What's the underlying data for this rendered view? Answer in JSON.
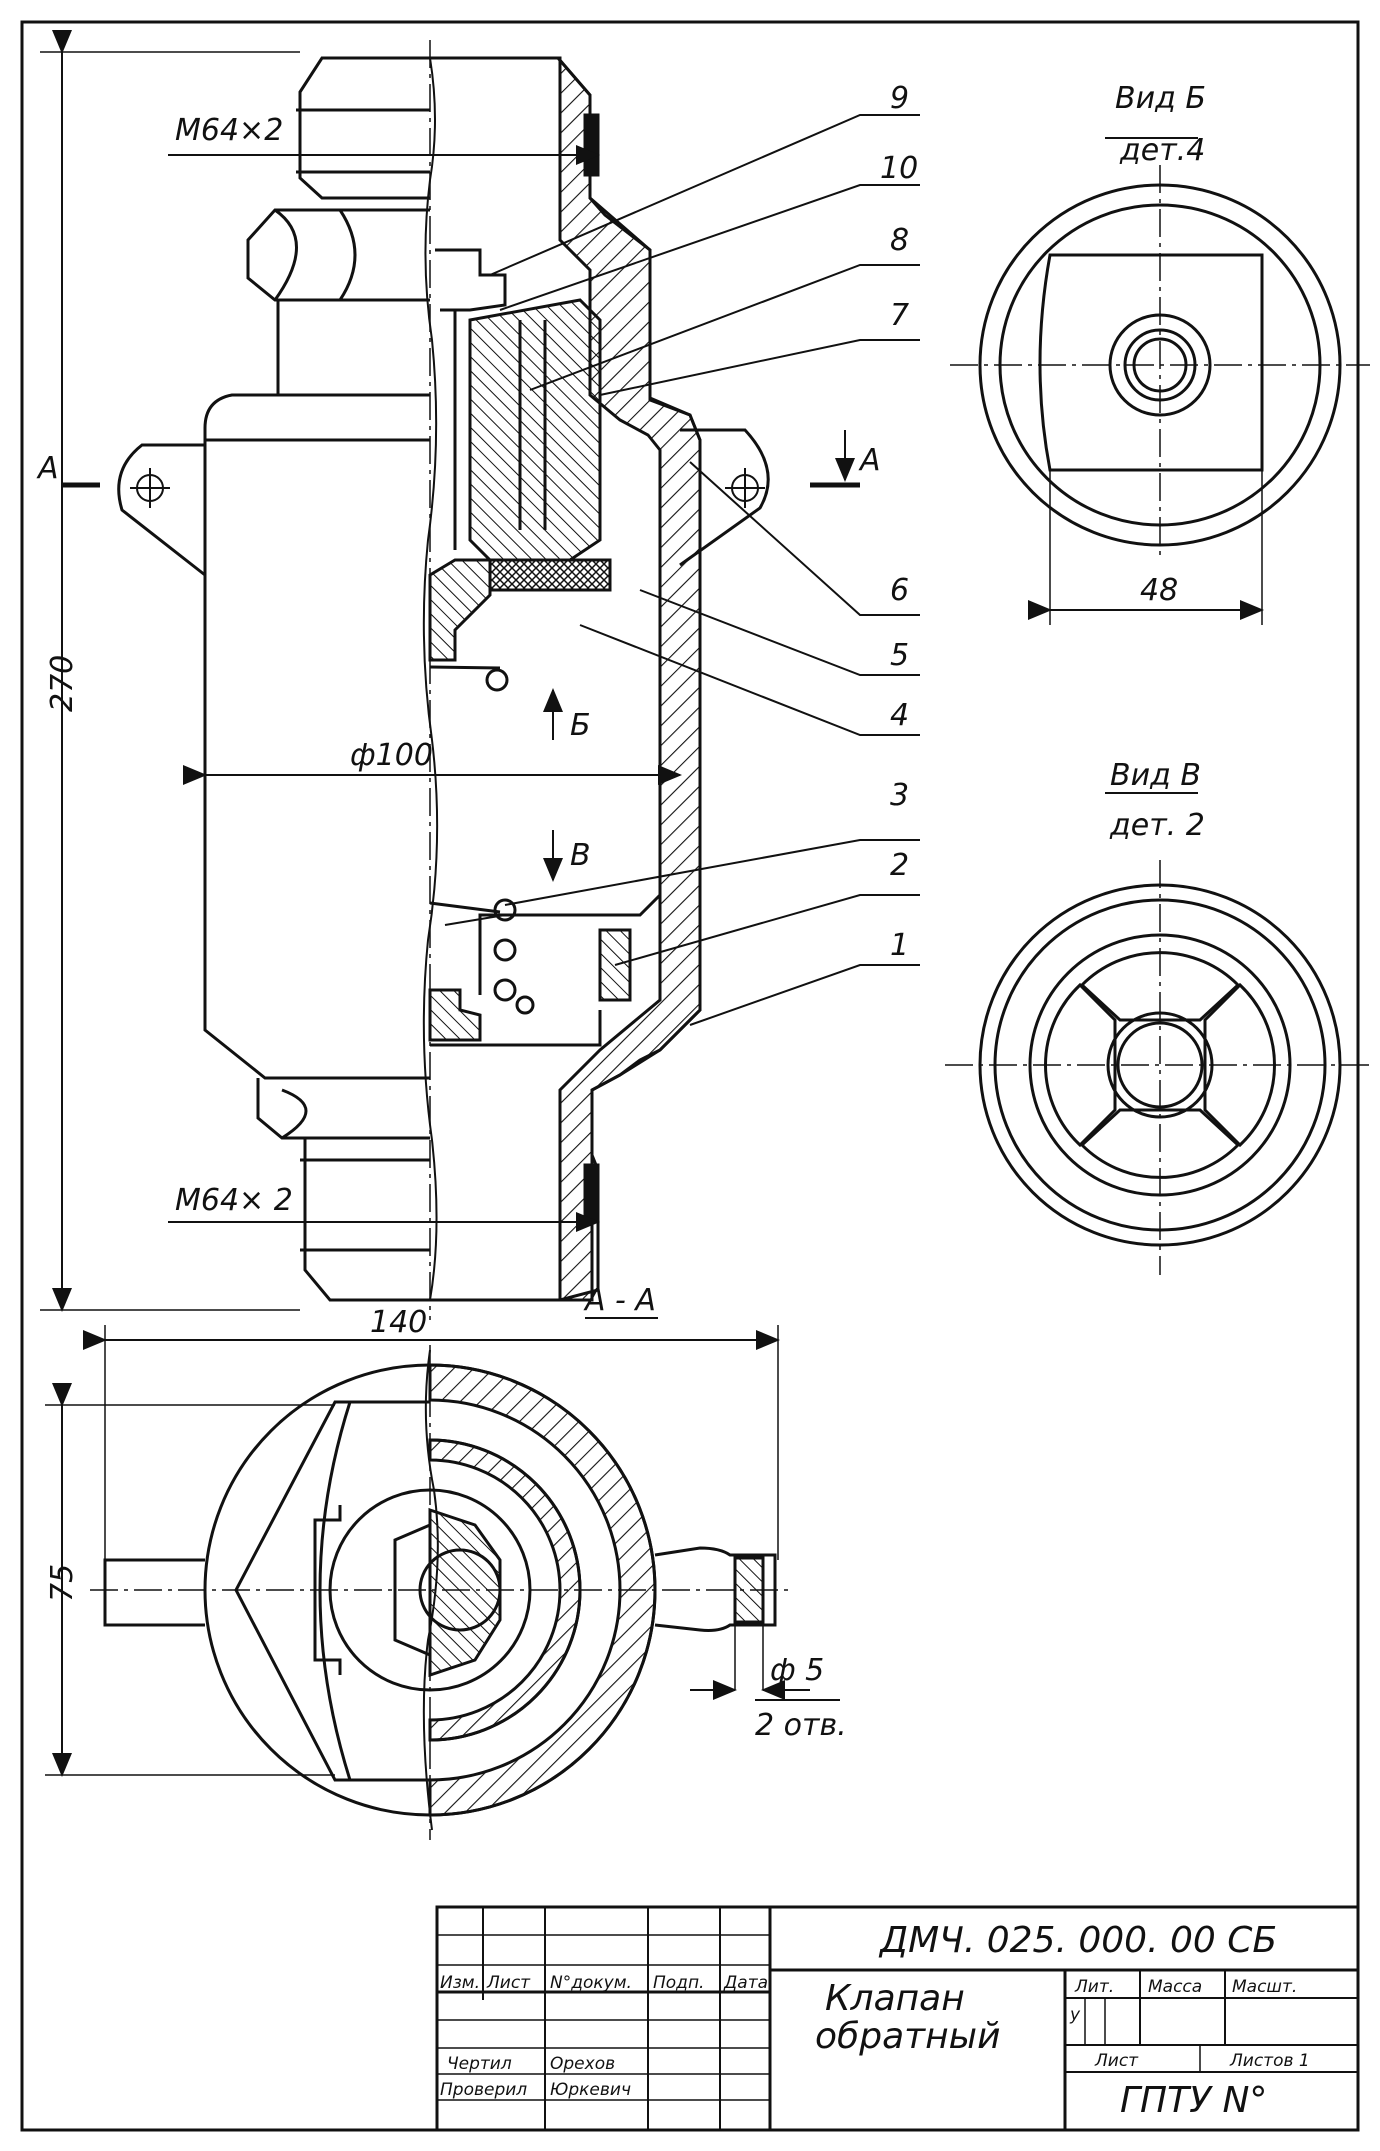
{
  "drawing": {
    "dims": {
      "thread_top": "M64×2",
      "thread_bottom": "M64× 2",
      "height": "270",
      "diameter": "ф100",
      "width_plan": "140",
      "depth_plan": "75",
      "hole": "ф 5",
      "hole_count": "2 отв.",
      "view_b_dim": "48"
    },
    "section_marks": {
      "a_left": "А",
      "a_right": "А",
      "b_arrow": "Б",
      "v_arrow": "В",
      "section_title": "А - А"
    },
    "callouts": [
      "9",
      "10",
      "8",
      "7",
      "6",
      "5",
      "4",
      "3",
      "2",
      "1"
    ],
    "view_b": {
      "title": "Вид Б",
      "subtitle": "дет.4"
    },
    "view_v": {
      "title": "Вид В",
      "subtitle": "дет. 2"
    }
  },
  "title_block": {
    "doc_code": "ДМЧ. 025. 000. 00 СБ",
    "name_line1": "Клапан",
    "name_line2": "обратный",
    "headers": {
      "izm": "Изм.",
      "list": "Лист",
      "doc": "N°докум.",
      "podp": "Подп.",
      "date": "Дата"
    },
    "roles": {
      "drawn": "Чертил",
      "checked": "Проверил"
    },
    "names": {
      "drawn": "Орехов",
      "checked": "Юркевич"
    },
    "lit": "Лит.",
    "mass": "Масса",
    "scale": "Масшт.",
    "lit_value": "у",
    "sheet": "Лист",
    "sheets": "Листов 1",
    "org": "ГПТУ N°"
  }
}
